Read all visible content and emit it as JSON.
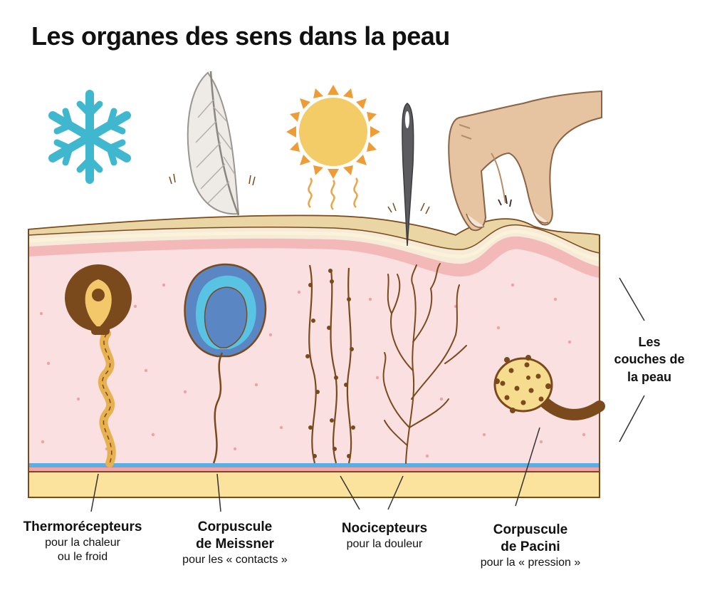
{
  "title": "Les organes des sens dans la peau",
  "side_label": {
    "line1": "Les",
    "line2": "couches de",
    "line3": "la peau"
  },
  "receptors": [
    {
      "title": "Thermorécepteurs",
      "sub1": "pour la chaleur",
      "sub2": "ou le froid"
    },
    {
      "title1": "Corpuscule",
      "title2": "de Meissner",
      "sub": "pour les « contacts »"
    },
    {
      "title": "Nocicepteurs",
      "sub": "pour la douleur"
    },
    {
      "title1": "Corpuscule",
      "title2": "de Pacini",
      "sub": "pour la « pression »"
    }
  ],
  "icons": [
    "snowflake-icon",
    "feather-icon",
    "sun-icon",
    "needle-icon",
    "hand-icon"
  ],
  "colors": {
    "epidermis_top": "#e9d6a4",
    "epidermis_light": "#f6edd0",
    "dermis": "#fbe0e1",
    "dermis_band": "#f3b9b8",
    "hypodermis": "#fbe29d",
    "blue_band": "#5aaee4",
    "nerve": "#7a4a1d",
    "snow": "#3fb8cf",
    "sun": "#f3cc68",
    "meissner_outer": "#5b86c4",
    "meissner_inner": "#59c3e4"
  }
}
